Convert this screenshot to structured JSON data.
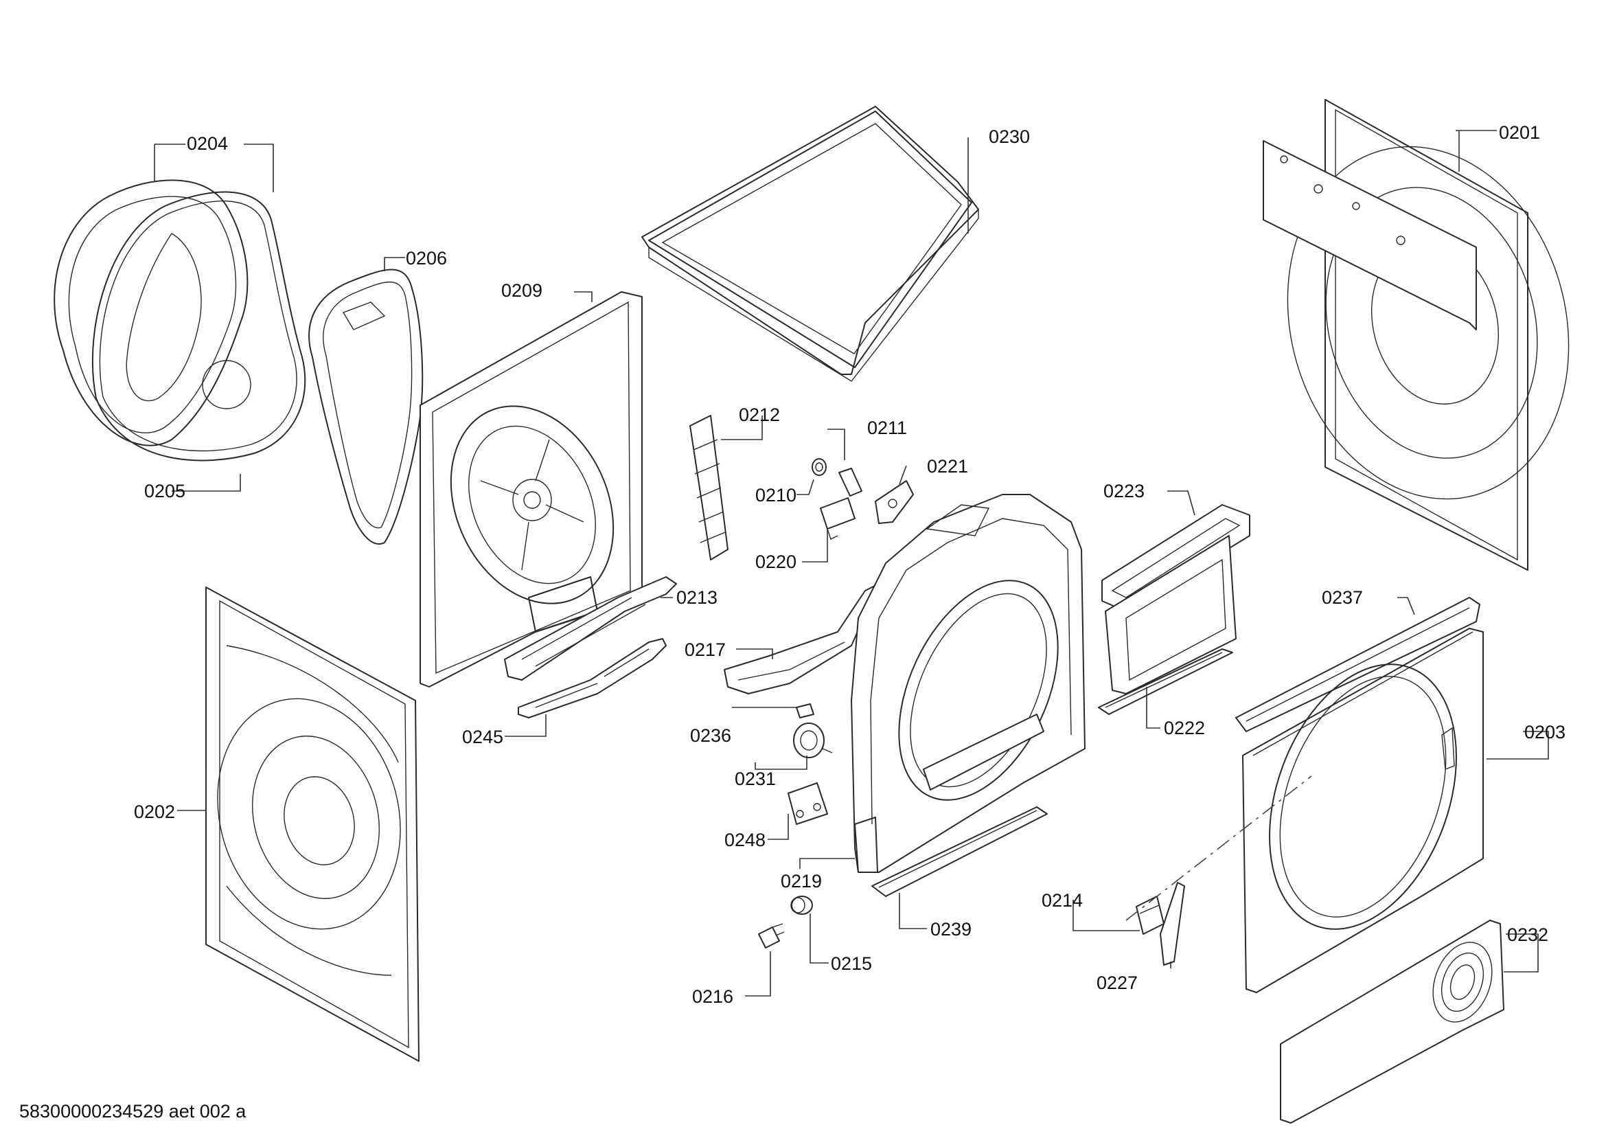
{
  "diagram": {
    "footer": "58300000234529 aet 002 a",
    "labels": {
      "p0204": "0204",
      "p0206": "0206",
      "p0209": "0209",
      "p0230": "0230",
      "p0201": "0201",
      "p0205": "0205",
      "p0212": "0212",
      "p0211": "0211",
      "p0210": "0210",
      "p0221": "0221",
      "p0223": "0223",
      "p0220": "0220",
      "p0213": "0213",
      "p0237": "0237",
      "p0217": "0217",
      "p0222": "0222",
      "p0203": "0203",
      "p0245": "0245",
      "p0236": "0236",
      "p0231": "0231",
      "p0202": "0202",
      "p0248": "0248",
      "p0219": "0219",
      "p0214": "0214",
      "p0239": "0239",
      "p0232": "0232",
      "p0215": "0215",
      "p0227": "0227",
      "p0216": "0216"
    }
  }
}
